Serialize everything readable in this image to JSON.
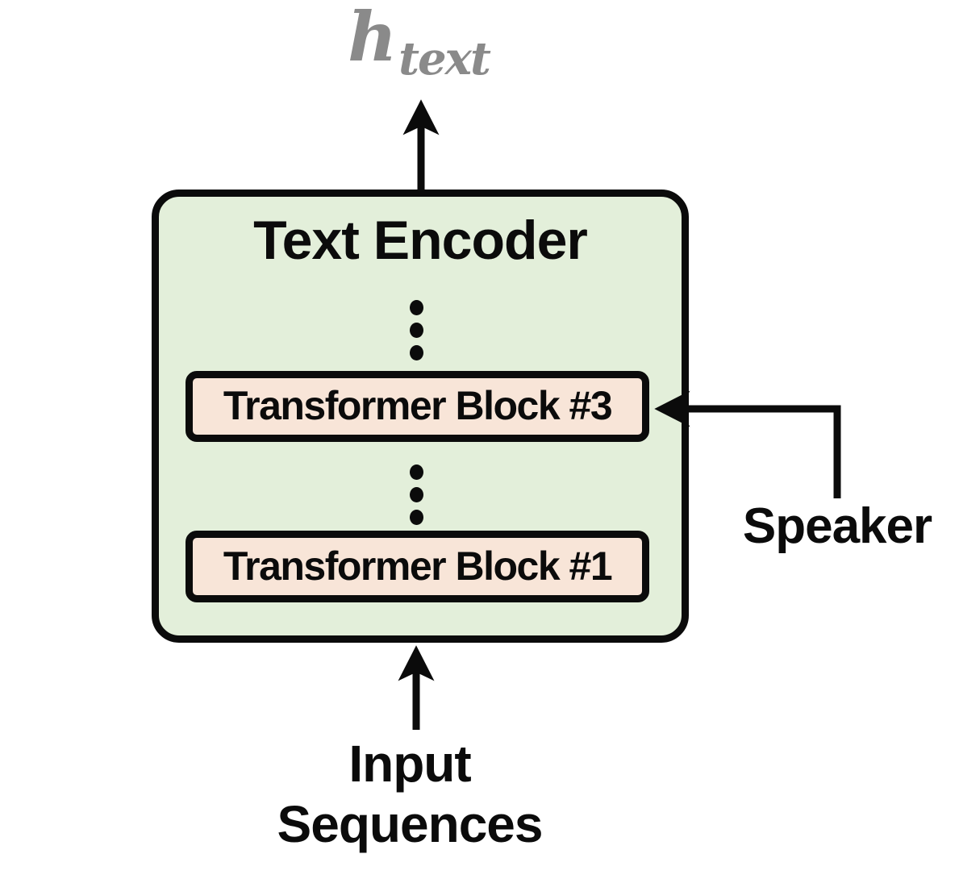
{
  "labels": {
    "output": {
      "base": "h",
      "subscript": "text"
    },
    "speaker": "Speaker",
    "input": [
      "Input",
      "Sequences"
    ]
  },
  "encoder": {
    "title": "Text Encoder",
    "blocks": [
      {
        "label": "Transformer Block #3"
      },
      {
        "label": "Transformer Block #1"
      }
    ]
  },
  "colors": {
    "encoder_fill": "#e3efda",
    "block_fill": "#f8e5d8",
    "stroke": "#0b0b0b",
    "output_label_color": "#8a8a8a",
    "background": "#ffffff"
  }
}
